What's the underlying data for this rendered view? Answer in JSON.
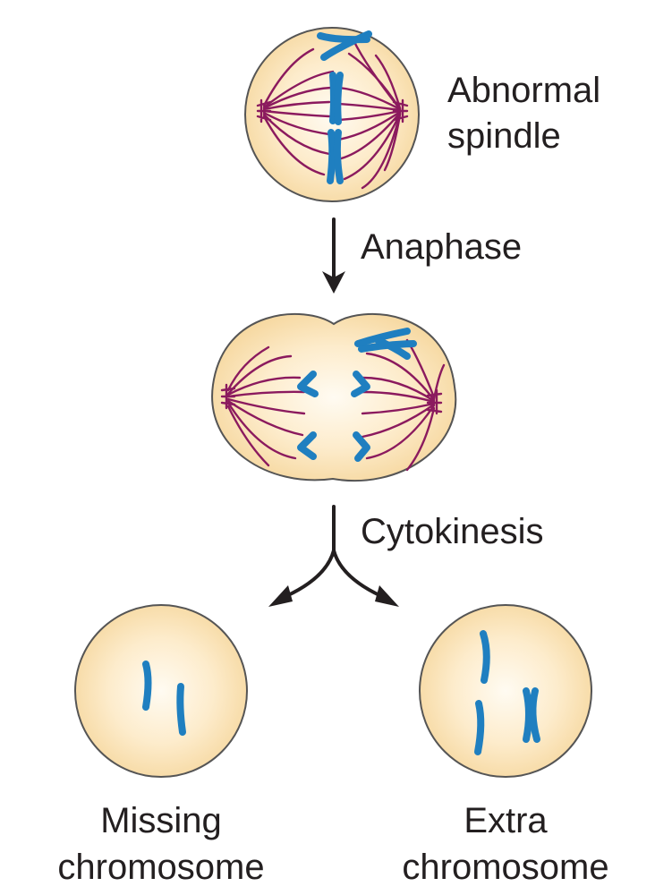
{
  "labels": {
    "top_line1": "Abnormal",
    "top_line2": "spindle",
    "step1": "Anaphase",
    "step2": "Cytokinesis",
    "left_line1": "Missing",
    "left_line2": "chromosome",
    "right_line1": "Extra",
    "right_line2": "chromosome"
  },
  "colors": {
    "cell_fill": "#fbe3b3",
    "cell_center": "#fffbf2",
    "spindle": "#8b1a5e",
    "chromosome": "#1f7fc0",
    "text": "#231f20"
  }
}
